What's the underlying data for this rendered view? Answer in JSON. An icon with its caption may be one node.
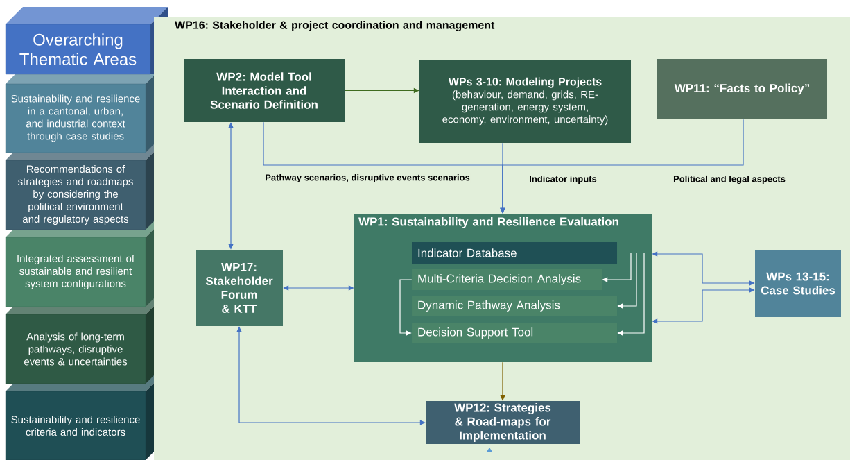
{
  "diagram": {
    "nodes": [
      {
        "text": [
          "Overarching Thematic Areas"
        ]
      },
      {
        "text": [
          "Sustainability and resilience in a cantonal, urban, and industrial context through case studies"
        ]
      },
      {
        "text": [
          "Recommendations of strategies and roadmaps by considering the political environment and regulatory aspects"
        ]
      },
      {
        "text": [
          "Integrated assessment of sustainable and resilient system configurations"
        ]
      },
      {
        "text": [
          "Analysis of long-term pathways, disruptive events & uncertainties"
        ]
      },
      {
        "text": [
          "Sustainability and resilience criteria and indicators"
        ]
      },
      {
        "text": [
          "WP16: Stakeholder & project coordination and management"
        ]
      },
      {
        "text": [
          "WP2: Model Tool Interaction and Scenario Definition"
        ],
        "in": 6
      },
      {
        "text": [
          "WPs 3-10: Modeling Projects",
          "(behaviour, demand, grids, RE-generation, energy system, economy, environment, uncertainty)"
        ],
        "in": 6
      },
      {
        "text": [
          "WP11: “Facts to Policy”"
        ],
        "in": 6
      },
      {
        "text": [
          "WP17: Stakeholder Forum & KTT"
        ],
        "in": 6
      },
      {
        "text": [
          "WP1: Sustainability and Resilience Evaluation"
        ],
        "in": 6
      },
      {
        "text": [
          "Indicator Database"
        ],
        "in": 11
      },
      {
        "text": [
          "Multi-Criteria Decision Analysis"
        ],
        "in": 11
      },
      {
        "text": [
          "Dynamic Pathway Analysis"
        ],
        "in": 11
      },
      {
        "text": [
          "Decision Support Tool"
        ],
        "in": 11
      },
      {
        "text": [
          "WPs 13-15: Case Studies"
        ],
        "in": 6
      },
      {
        "text": [
          "WP12: Strategies & Road-maps for Implementation"
        ],
        "in": 6
      }
    ],
    "edges": [
      {
        "from": 7,
        "to": 8,
        "arrow": "to",
        "color": "#3f6b1f"
      },
      {
        "from": 7,
        "to": 11,
        "arrow": "to",
        "label": "Pathway scenarios, disruptive events scenarios"
      },
      {
        "from": 8,
        "to": 11,
        "arrow": "to",
        "label": "Indicator inputs"
      },
      {
        "from": 9,
        "to": 11,
        "arrow": "to",
        "label": "Political and legal aspects"
      },
      {
        "from": 7,
        "to": 10,
        "arrow": "both"
      },
      {
        "from": 10,
        "to": 11,
        "arrow": "both"
      },
      {
        "from": 16,
        "to": 11,
        "arrow": "both"
      },
      {
        "from": 16,
        "to": 11,
        "arrow": "both"
      },
      {
        "from": 11,
        "to": 17,
        "arrow": "to",
        "color": "#7f6000"
      },
      {
        "from": 10,
        "to": 17,
        "arrow": "both"
      },
      {
        "from": 12,
        "to": 13,
        "arrow": "to",
        "color": "#ffffff"
      },
      {
        "from": 12,
        "to": 14,
        "arrow": "to",
        "color": "#ffffff"
      },
      {
        "from": 12,
        "to": 15,
        "arrow": "to",
        "color": "#ffffff"
      },
      {
        "from": 13,
        "to": 15,
        "arrow": "to",
        "color": "#ffffff"
      }
    ]
  }
}
